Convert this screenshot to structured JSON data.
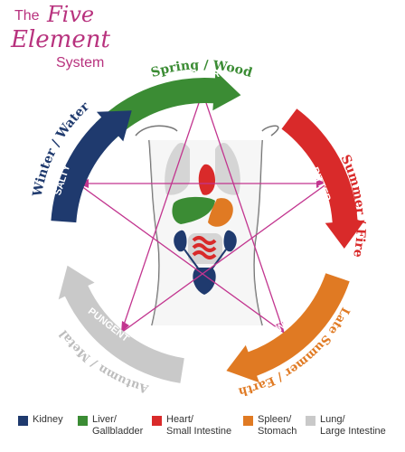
{
  "title": {
    "line1": "The",
    "line2": "Five",
    "line3": "Element",
    "line4": "System"
  },
  "elements": [
    {
      "season": "Spring / Wood",
      "taste": "SOUR",
      "color": "#3b8c34"
    },
    {
      "season": "Summer / Fire",
      "taste": "BITTER",
      "color": "#d92a2a"
    },
    {
      "season": "Late Summer / Earth",
      "taste": "SWEET",
      "color": "#e07a23"
    },
    {
      "season": "Autumn / Metal",
      "taste": "PUNGENT",
      "color": "#c9c9c9"
    },
    {
      "season": "Winter / Water",
      "taste": "SALTY",
      "color": "#1f3a6e"
    }
  ],
  "colors": {
    "title": "#b8327e",
    "star": "#c2358f",
    "body_outline": "#666666",
    "lungs": "#d5d5d5"
  },
  "legend": [
    {
      "lines": [
        "Kidney"
      ],
      "color": "#1f3a6e",
      "icon": "square-swatch"
    },
    {
      "lines": [
        "Liver/",
        "Gallbladder"
      ],
      "color": "#3b8c34",
      "icon": "square-swatch"
    },
    {
      "lines": [
        "Heart/",
        "Small Intestine"
      ],
      "color": "#d92a2a",
      "icon": "square-swatch"
    },
    {
      "lines": [
        "Spleen/",
        "Stomach"
      ],
      "color": "#e07a23",
      "icon": "square-swatch"
    },
    {
      "lines": [
        "Lung/",
        "Large Intestine"
      ],
      "color": "#c9c9c9",
      "icon": "square-swatch"
    }
  ]
}
